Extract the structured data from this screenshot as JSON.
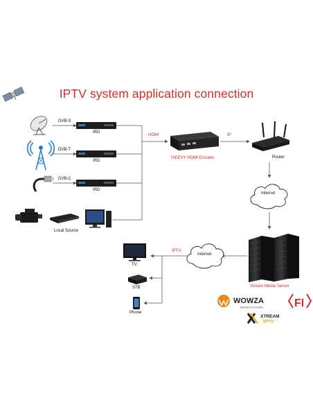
{
  "title": "IPTV system application connection",
  "sources": {
    "dvbs": "DVB-S",
    "dvbt": "DVB-T",
    "dvbc": "DVB-C",
    "local": "Local Source"
  },
  "devices": {
    "ird1": "IRD",
    "ird2": "IRD",
    "ird3": "IRD",
    "encoder": "ISEEVY HDMI Encoder",
    "router": "Router",
    "internet_top": "Internet",
    "server": "Stream Media Server",
    "internet_bottom": "Internet",
    "tv": "TV",
    "stb": "STB",
    "phone": "Phone"
  },
  "links": {
    "hdmi": "HDMI",
    "ip": "IP",
    "iptv": "IPTV"
  },
  "logos": {
    "wowza": "WOWZA",
    "wowza_sub": "MEDIA SYSTEMS",
    "flussonic": "Fl",
    "xtream": "XTREAM",
    "xtream_sub": "IPTV"
  },
  "colors": {
    "title": "#d42a2a",
    "link_label": "#d42a2a",
    "line": "#555555"
  }
}
